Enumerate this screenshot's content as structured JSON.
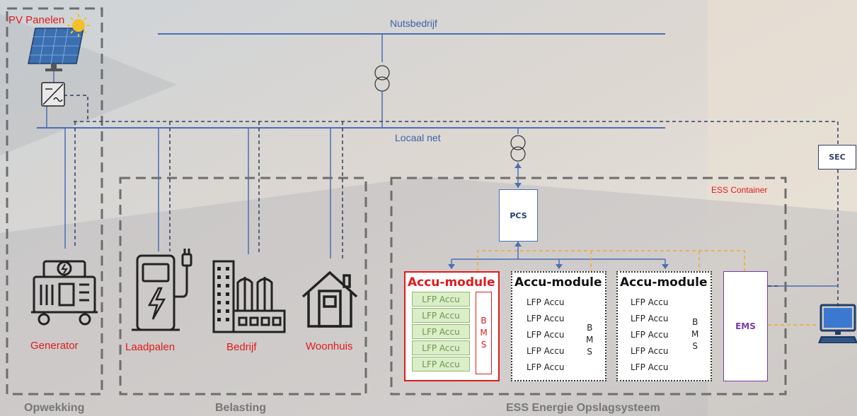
{
  "labels": {
    "pv_panelen": "PV Panelen",
    "nutsbedrijf": "Nutsbedrijf",
    "locaal_net": "Locaal net",
    "sec": "SEC",
    "ess_container": "ESS Container",
    "pcs": "PCS",
    "ems": "EMS",
    "generator": "Generator",
    "laadpalen": "Laadpalen",
    "bedrijf": "Bedrijf",
    "woonhuis": "Woonhuis",
    "opwekking": "Opwekking",
    "belasting": "Belasting",
    "ess_system": "ESS Energie Opslagsysteem"
  },
  "accu_modules": [
    {
      "title": "Accu-module",
      "cells": [
        "LFP Accu",
        "LFP Accu",
        "LFP Accu",
        "LFP Accu",
        "LFP Accu"
      ],
      "bms": [
        "B",
        "M",
        "S"
      ]
    },
    {
      "title": "Accu-module",
      "cells": [
        "LFP Accu",
        "LFP Accu",
        "LFP Accu",
        "LFP Accu",
        "LFP Accu"
      ],
      "bms": [
        "B",
        "M",
        "S"
      ]
    },
    {
      "title": "Accu-module",
      "cells": [
        "LFP Accu",
        "LFP Accu",
        "LFP Accu",
        "LFP Accu",
        "LFP Accu"
      ],
      "bms": [
        "B",
        "M",
        "S"
      ]
    }
  ],
  "colors": {
    "line_blue": "#4a6fb5",
    "dash_dark": "#2f3f63",
    "dash_orange": "#f0a830",
    "red": "#e01b1b",
    "purple": "#7a3aa8",
    "frame_grey": "#6d6d6d"
  }
}
